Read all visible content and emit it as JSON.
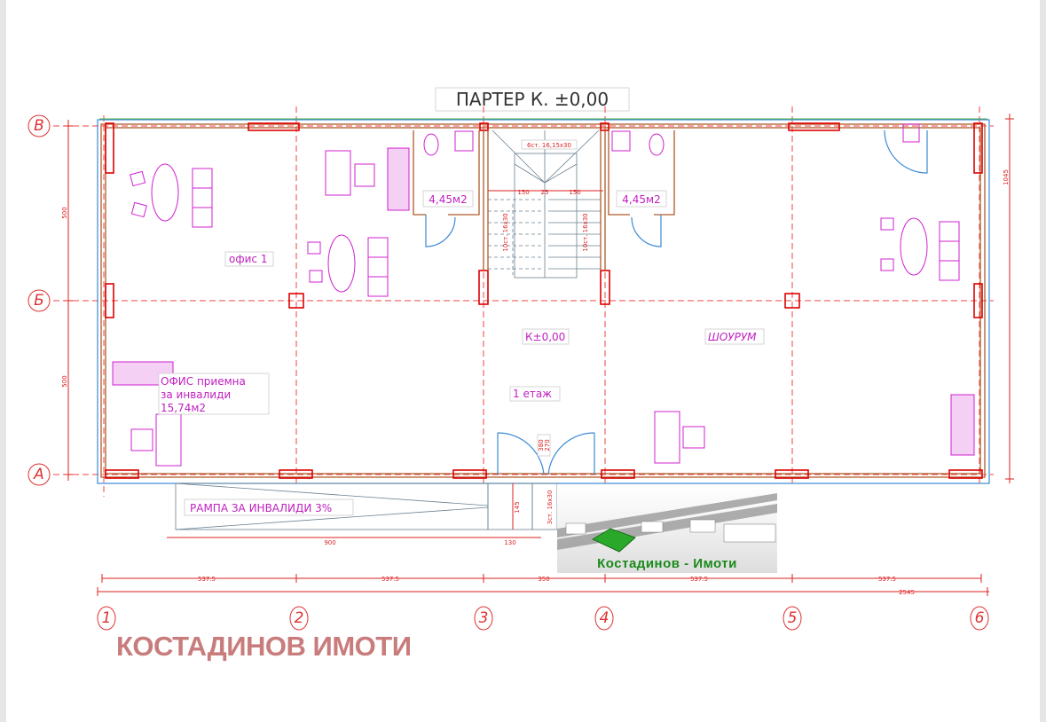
{
  "title": "ПАРТЕР К. ±0,00",
  "axes": {
    "rows": [
      "В",
      "Б",
      "А"
    ],
    "columns": [
      "1",
      "2",
      "3",
      "4",
      "5",
      "6"
    ]
  },
  "rooms": {
    "office1": "офис 1",
    "reception_line1": "ОФИС приемна",
    "reception_line2": "за инвалиди",
    "reception_area": "15,74м2",
    "wc_left": "4,45м2",
    "wc_right": "4,45м2",
    "level": "К±0,00",
    "floor": "1 етаж",
    "showroom": "ШОУРУМ",
    "ramp": "РАМПА ЗА ИНВАЛИДИ 3%"
  },
  "stair": {
    "top": "6ст. 16,15х30",
    "flight_left": "10ст. 16х30",
    "flight_right": "10ст. 16х30",
    "w1": "150",
    "w2": "25",
    "w3": "150",
    "entry": "3ст. 16х30"
  },
  "door": {
    "d1": "380",
    "d2": "270"
  },
  "dimensions": {
    "left_upper": "500",
    "left_lower": "500",
    "right_total": "1045",
    "bays": [
      "537.5",
      "537.5",
      "350",
      "537.5",
      "537.5"
    ],
    "total": "2545",
    "ramp_len": "900",
    "ramp_landing": "130",
    "ramp_depth": "145"
  },
  "watermark": "КОСТАДИНОВ ИМОТИ",
  "logo": "Костадинов - Имоти",
  "colors": {
    "axis": "#dd3333",
    "wall": "#b05a2a",
    "furniture": "#d020d0",
    "door": "#3a8ad6",
    "logo_text": "#1a8a1a"
  }
}
